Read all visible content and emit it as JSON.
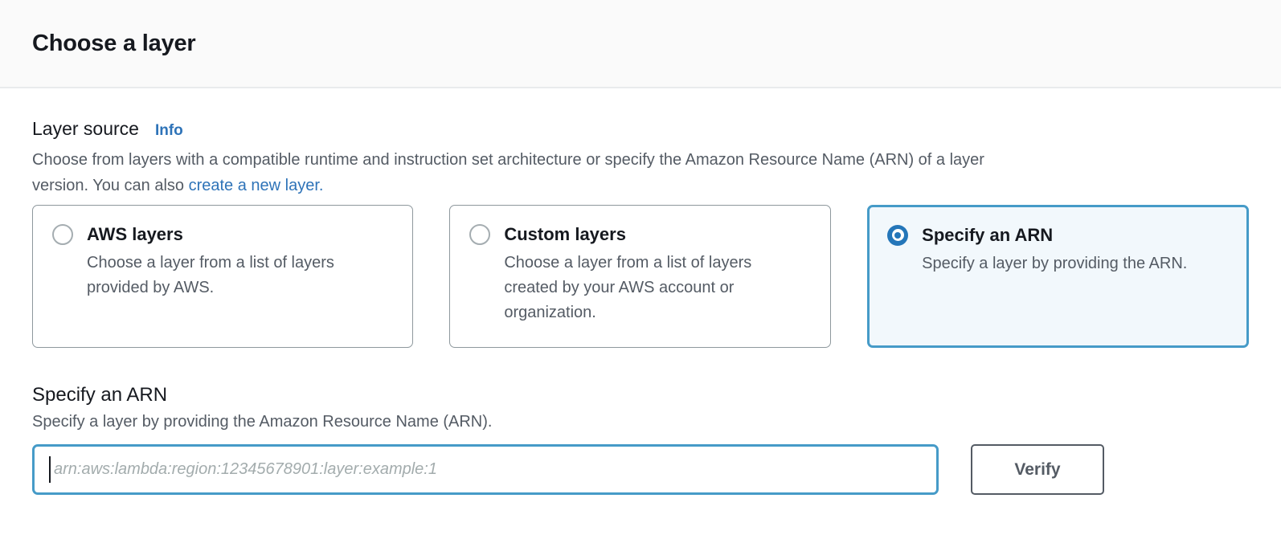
{
  "page": {
    "title": "Choose a layer"
  },
  "layer_source": {
    "label": "Layer source",
    "info_link": "Info",
    "description_line1": "Choose from layers with a compatible runtime and instruction set architecture or specify the Amazon Resource Name (ARN) of a layer",
    "description_line2_prefix": "version. You can also ",
    "create_layer_link": "create a new layer.",
    "options": [
      {
        "title": "AWS layers",
        "description": "Choose a layer from a list of layers provided by AWS.",
        "selected": false
      },
      {
        "title": "Custom layers",
        "description": "Choose a layer from a list of layers created by your AWS account or organization.",
        "selected": false
      },
      {
        "title": "Specify an ARN",
        "description": "Specify a layer by providing the ARN.",
        "selected": true
      }
    ]
  },
  "arn_section": {
    "heading": "Specify an ARN",
    "description": "Specify a layer by providing the Amazon Resource Name (ARN).",
    "input_value": "",
    "input_placeholder": "arn:aws:lambda:region:12345678901:layer:example:1",
    "verify_button": "Verify"
  },
  "colors": {
    "link_blue": "#2e73b8",
    "radio_blue": "#2476b9",
    "selected_border": "#469bc8",
    "selected_background": "#f2f8fc",
    "text_dark": "#16191f",
    "text_gray": "#545b64",
    "card_border": "#8e989d",
    "header_divider": "#e9ebed"
  }
}
